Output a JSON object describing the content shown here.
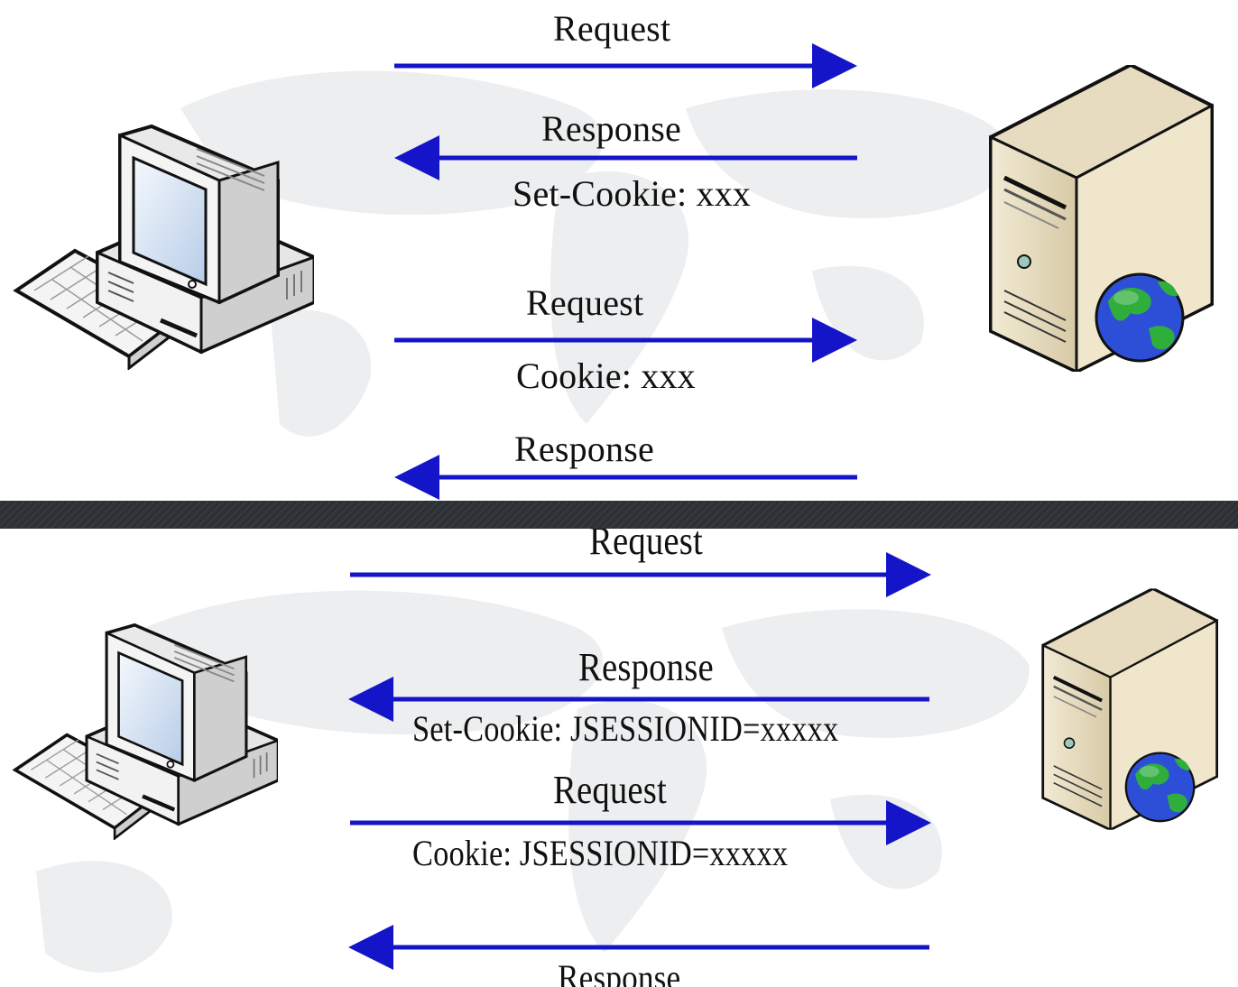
{
  "panels": [
    {
      "labels": {
        "request_1": "Request",
        "response_1": "Response",
        "set_cookie": "Set-Cookie: xxx",
        "request_2": "Request",
        "cookie": "Cookie: xxx",
        "response_2": "Response"
      }
    },
    {
      "labels": {
        "request_1": "Request",
        "response_1": "Response",
        "set_cookie": "Set-Cookie: JSESSIONID=xxxxx",
        "request_2": "Request",
        "cookie": "Cookie: JSESSIONID=xxxxx",
        "response_2": "Response"
      }
    }
  ],
  "colors": {
    "arrow": "#1414c8",
    "monitor_case": "#e9e9e9",
    "screen": "#d6e4f5",
    "server_case": "#e7dcc0",
    "globe_ocean": "#2d4fd8",
    "globe_land": "#2fae3c",
    "background_map": "#eceeef"
  },
  "icons": {
    "client": "desktop-computer-icon",
    "server": "web-server-icon"
  }
}
